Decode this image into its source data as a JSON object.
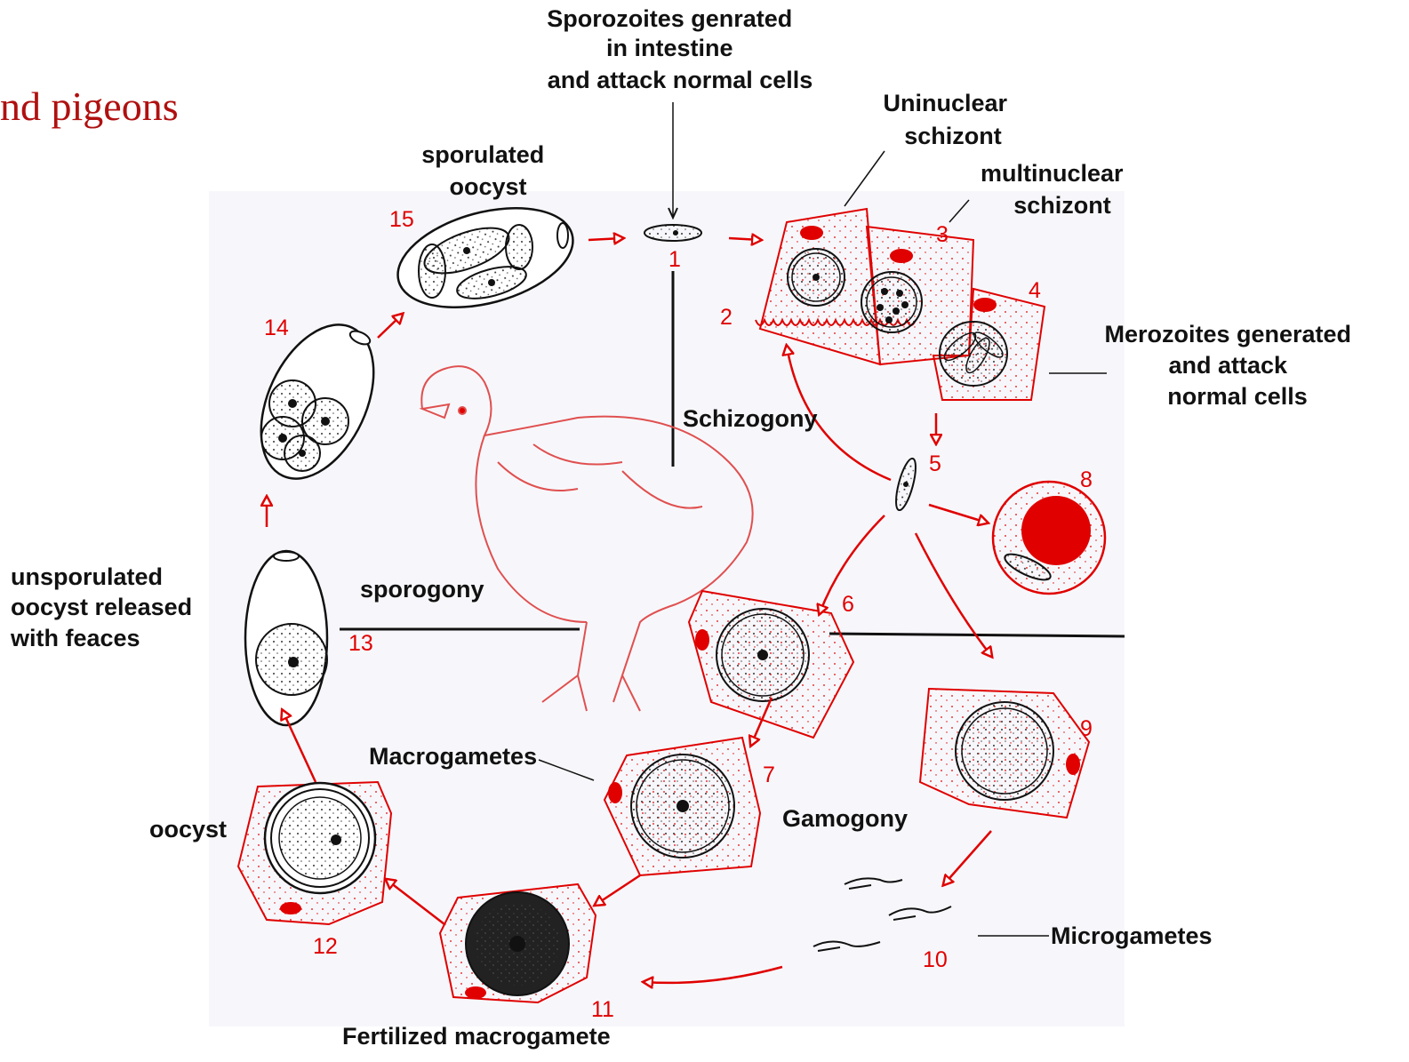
{
  "header": {
    "title_fragment": "nd pigeons"
  },
  "labels": {
    "sporozoites": [
      "Sporozoites genrated",
      "in intestine",
      "and attack normal cells"
    ],
    "uninuclear": [
      "Uninuclear",
      "schizont"
    ],
    "multinuclear": [
      "multinuclear",
      "schizont"
    ],
    "merozoites": [
      "Merozoites generated",
      "and attack",
      "normal cells"
    ],
    "sporulated": [
      "sporulated",
      "oocyst"
    ],
    "schizogony": "Schizogony",
    "sporogony": "sporogony",
    "unsporulated": [
      "unsporulated",
      "oocyst released",
      "with feaces"
    ],
    "macrogametes": "Macrogametes",
    "gamogony": "Gamogony",
    "oocyst": "oocyst",
    "microgametes": "Microgametes",
    "fertilized": "Fertilized macrogamete"
  },
  "stage_numbers": [
    "1",
    "2",
    "3",
    "4",
    "5",
    "6",
    "7",
    "8",
    "9",
    "10",
    "11",
    "12",
    "13",
    "14",
    "15"
  ],
  "colors": {
    "accent_red": "#e00000",
    "title_red": "#b01010",
    "ink": "#111111",
    "panel": "#f7f7fb"
  }
}
